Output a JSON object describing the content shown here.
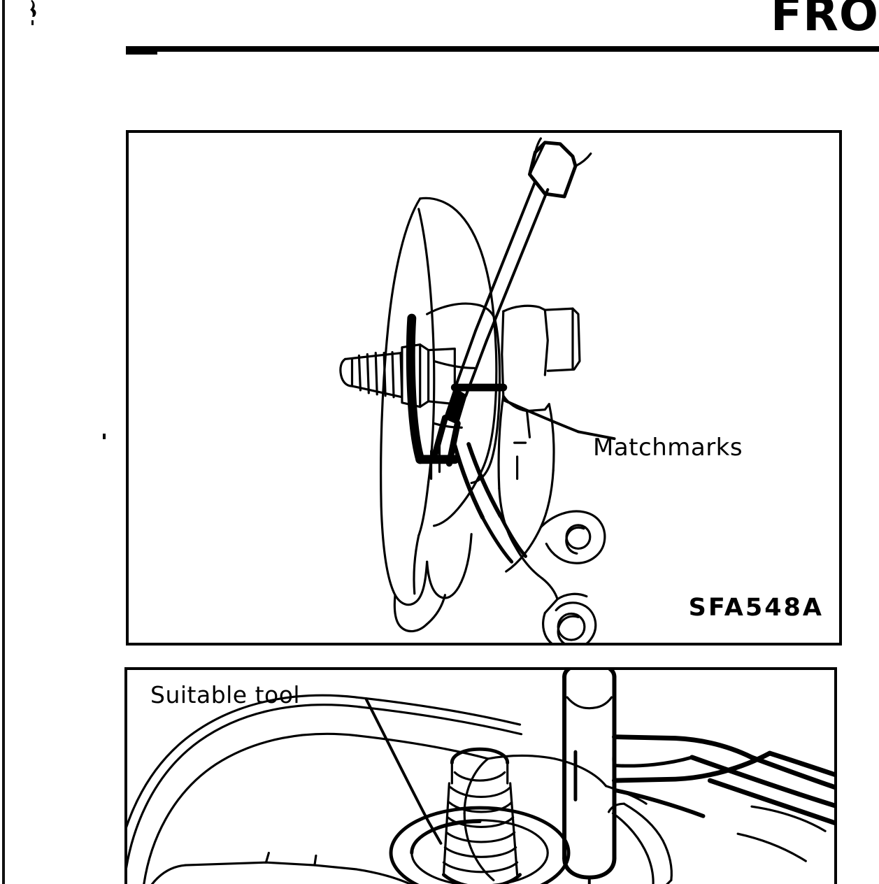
{
  "page": {
    "header_title": "FRO",
    "background_color": "#ffffff",
    "ink_color": "#000000"
  },
  "figures": [
    {
      "id": "figure-1",
      "figure_code": "SFA548A",
      "labels": [
        {
          "name": "matchmarks",
          "text": "Matchmarks"
        }
      ],
      "description": "Line drawing of a chisel scribing matchmarks on a brake disc rotor and caliper bracket with threaded axle shaft"
    },
    {
      "id": "figure-2",
      "figure_code": "",
      "labels": [
        {
          "name": "suitable-tool",
          "text": "Suitable tool"
        }
      ],
      "description": "Line drawing of a hammer striking a cylindrical drift tool on a wheel hub with threaded stud"
    }
  ],
  "artifacts": {
    "left_edge_line": "scan-edge-line",
    "top_speck": "scan-artifact",
    "mid_speck": "scan-artifact"
  }
}
